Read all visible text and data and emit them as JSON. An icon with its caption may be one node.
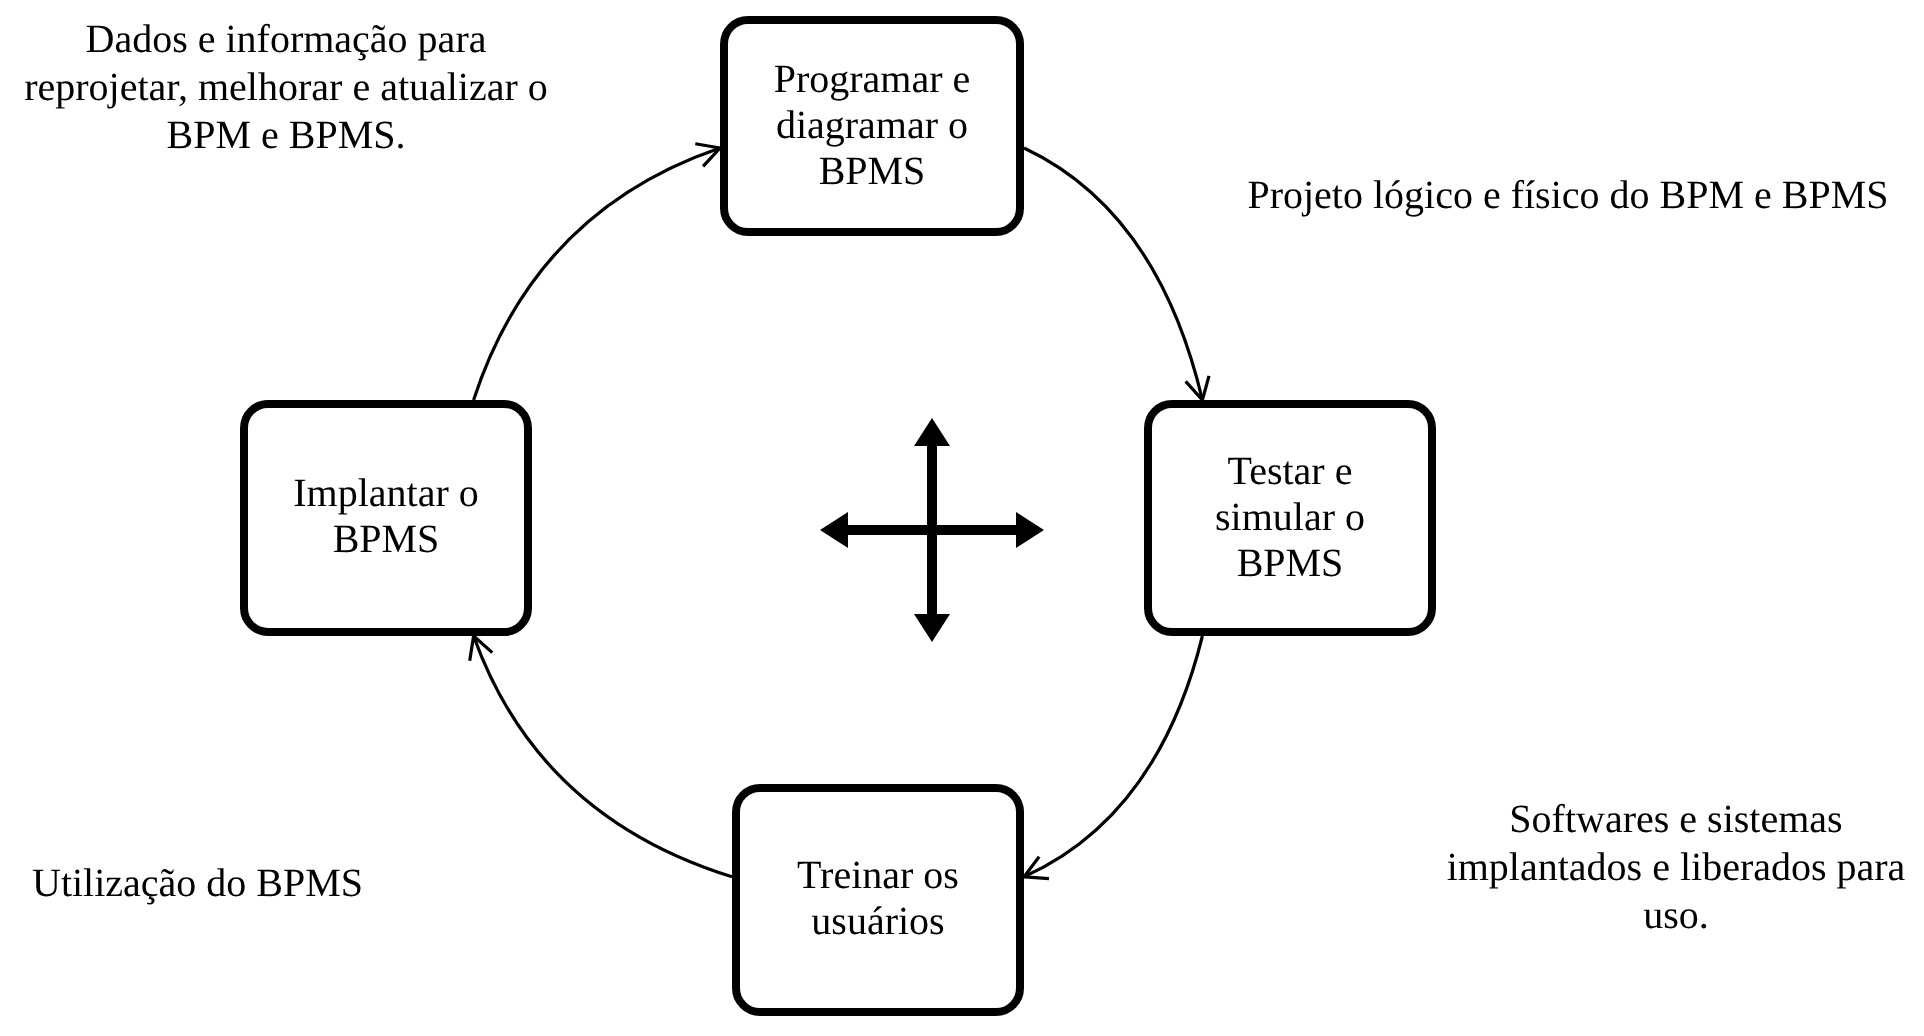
{
  "diagram": {
    "nodes": [
      {
        "text": [
          "Programar e diagramar o BPMS"
        ]
      },
      {
        "text": [
          "Testar e simular o BPMS"
        ]
      },
      {
        "text": [
          "Treinar os usuários"
        ]
      },
      {
        "text": [
          "Implantar o BPMS"
        ]
      }
    ],
    "edges": [
      {
        "from": 3,
        "to": 0,
        "arrow": "to"
      },
      {
        "from": 0,
        "to": 1,
        "arrow": "to"
      },
      {
        "from": 1,
        "to": 2,
        "arrow": "to"
      },
      {
        "from": 2,
        "to": 3,
        "arrow": "to"
      }
    ],
    "labels": [
      "Dados e informação para reprojetar, melhorar e atualizar o BPM e BPMS.",
      "Projeto lógico e físico do BPM e BPMS",
      "Softwares e sistemas implantados e liberados para uso.",
      "Utilização do BPMS"
    ]
  }
}
